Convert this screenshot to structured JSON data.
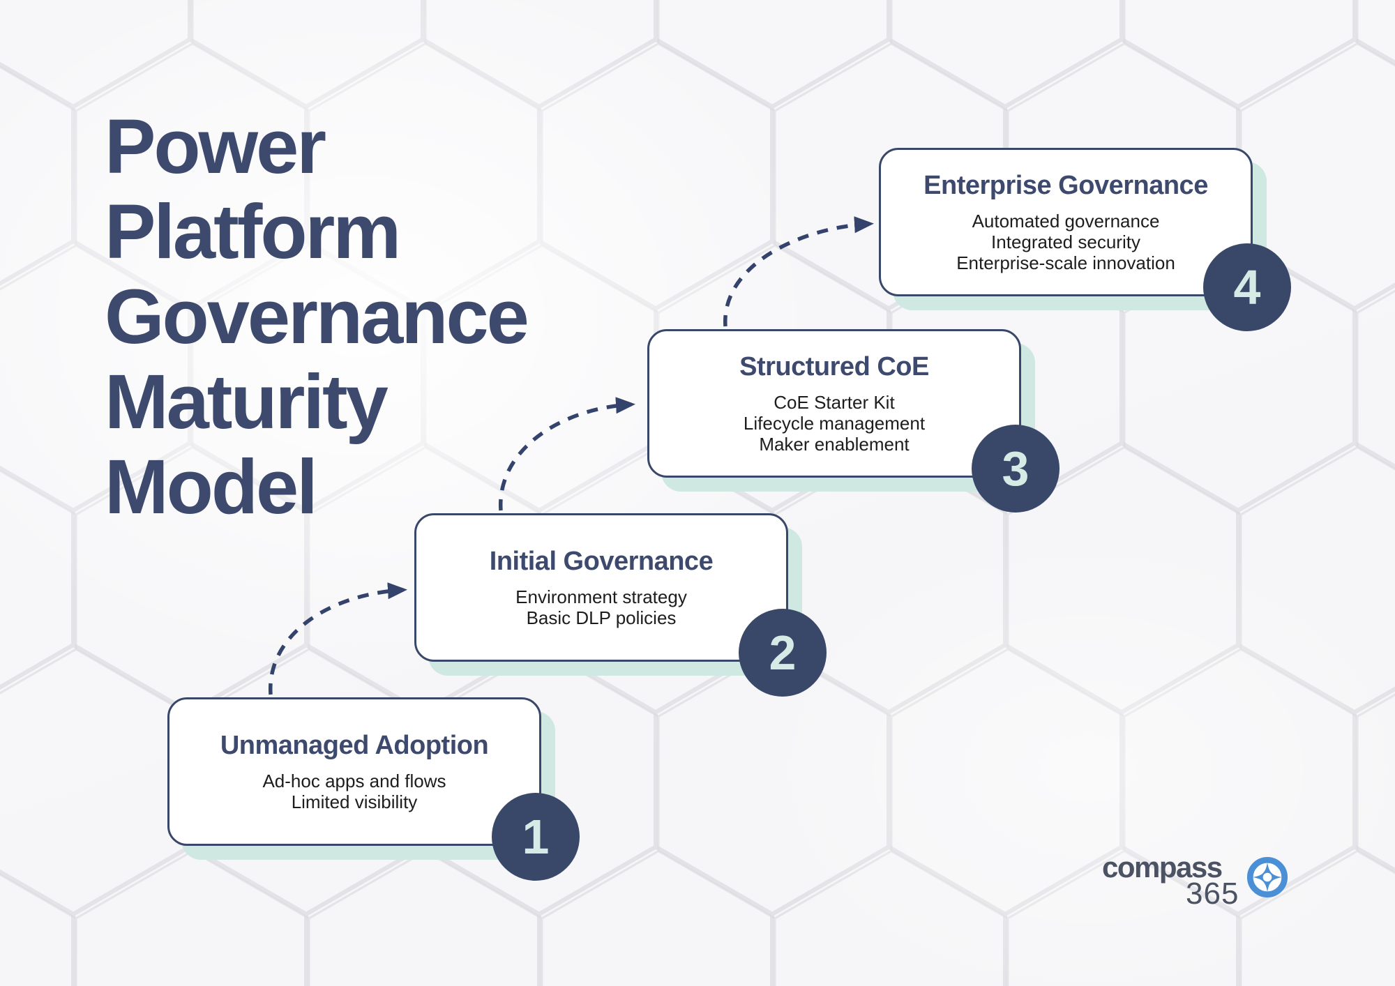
{
  "title": {
    "lines": [
      "Power",
      "Platform",
      "Governance",
      "Maturity",
      "Model"
    ]
  },
  "stages": [
    {
      "number": "1",
      "title": "Unmanaged Adoption",
      "items": [
        "Ad-hoc apps and flows",
        "Limited visibility"
      ]
    },
    {
      "number": "2",
      "title": "Initial Governance",
      "items": [
        "Environment strategy",
        "Basic DLP policies"
      ]
    },
    {
      "number": "3",
      "title": "Structured CoE",
      "items": [
        "CoE Starter Kit",
        "Lifecycle management",
        "Maker enablement"
      ]
    },
    {
      "number": "4",
      "title": "Enterprise Governance",
      "items": [
        "Automated governance",
        "Integrated security",
        "Enterprise-scale innovation"
      ]
    }
  ],
  "logo": {
    "name": "compass",
    "suffix": "365"
  },
  "colors": {
    "title_navy": "#3d4a6e",
    "card_border_navy": "#394769",
    "arrow_navy": "#34436b",
    "mint_shadow": "#cfe8e2",
    "mint_number": "#d7ebe6",
    "body_text": "#1d1d1f",
    "logo_text": "#4b5263",
    "logo_blue": "#4b90d7",
    "background": "#f4f4f6"
  }
}
